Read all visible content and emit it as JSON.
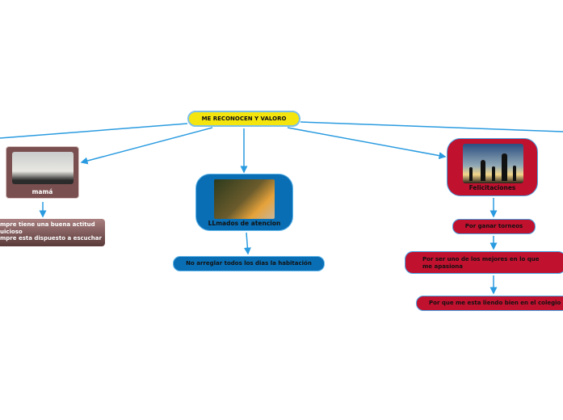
{
  "root": {
    "label": "ME RECONOCEN  Y VALORO"
  },
  "mama": {
    "label": "mamá",
    "image": "family-silhouette-clouds",
    "items": [
      "mpre tiene una buena actitud",
      "uicioso",
      "mpre esta dispuesto a escuchar"
    ]
  },
  "llamados": {
    "label": "LLmados de atencion",
    "image": "family-walking-path",
    "child": "No arreglar todos los dias la habitación"
  },
  "felicitaciones": {
    "label": "Felicitaciones",
    "image": "family-sunset-silhouette",
    "children": [
      "Por ganar torneos",
      "Por ser uno de los mejores en lo que me apasiona",
      "Por que me esta liendo bien en el colegio"
    ]
  },
  "colors": {
    "root": "#f5e50f",
    "mama": "#7a4f4f",
    "llamados": "#0a6eb4",
    "felicitaciones": "#c0112f",
    "connector": "#2a9be0"
  }
}
